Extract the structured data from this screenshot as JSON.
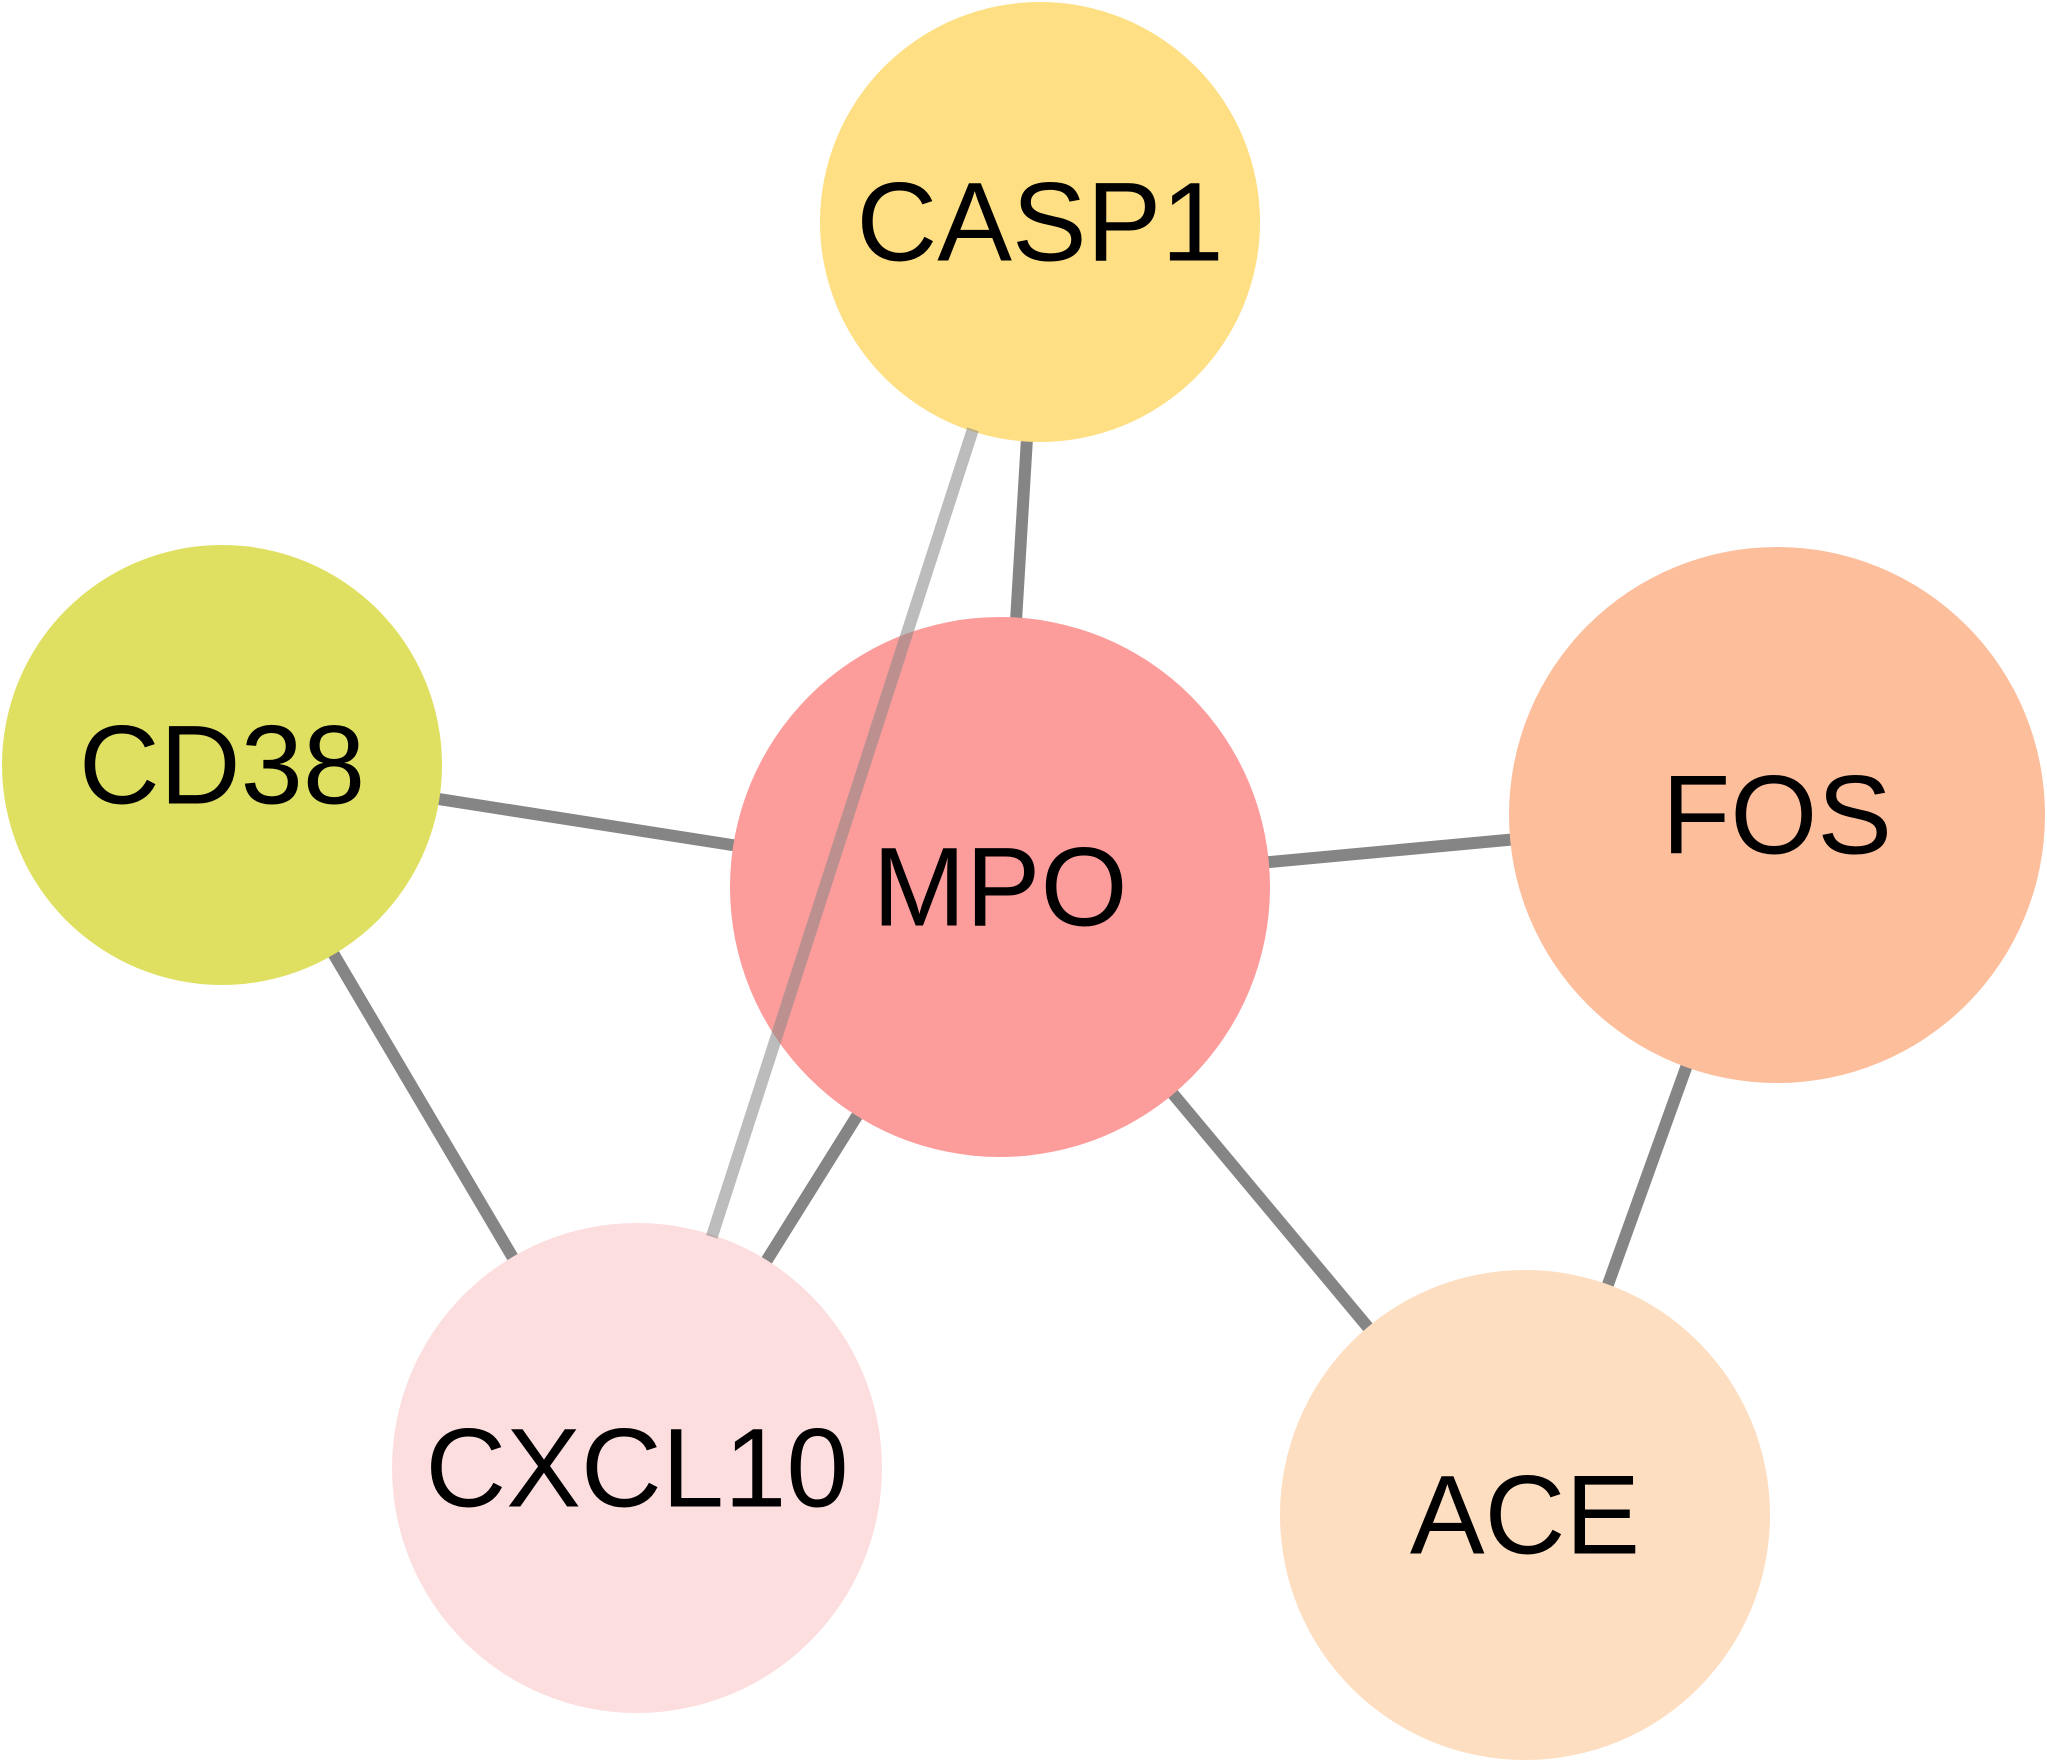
{
  "nodes": [
    {
      "id": "CASP1",
      "label": "CASP1",
      "color": "#FEDF83"
    },
    {
      "id": "CD38",
      "label": "CD38",
      "color": "#DFE062"
    },
    {
      "id": "MPO",
      "label": "MPO",
      "color": "#FC9D9C"
    },
    {
      "id": "FOS",
      "label": "FOS",
      "color": "#FDBE9C"
    },
    {
      "id": "CXCL10",
      "label": "CXCL10",
      "color": "#FDDEDF"
    },
    {
      "id": "ACE",
      "label": "ACE",
      "color": "#FDDEC0"
    }
  ],
  "edges": [
    {
      "source": "CASP1",
      "target": "MPO"
    },
    {
      "source": "CASP1",
      "target": "CXCL10"
    },
    {
      "source": "CD38",
      "target": "MPO"
    },
    {
      "source": "CD38",
      "target": "CXCL10"
    },
    {
      "source": "MPO",
      "target": "FOS"
    },
    {
      "source": "MPO",
      "target": "CXCL10"
    },
    {
      "source": "MPO",
      "target": "ACE"
    },
    {
      "source": "FOS",
      "target": "ACE"
    }
  ],
  "edge_color": "#858585"
}
